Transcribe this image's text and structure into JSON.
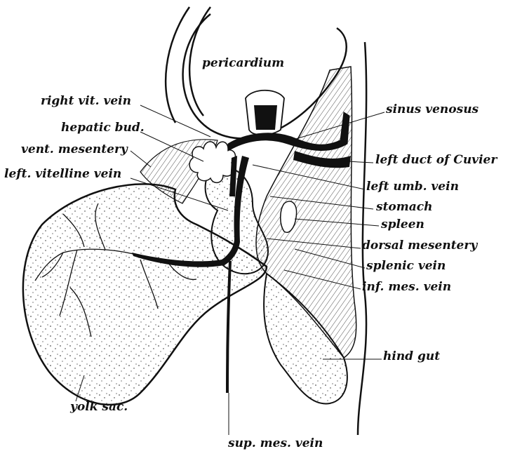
{
  "labels": {
    "pericardium": "pericardium",
    "right_vit_vein": "right vit. vein",
    "hepatic_bud": "hepatic bud.",
    "vent_mesentery": "vent. mesentery",
    "left_vitelline_vein": "left. vitelline vein",
    "sinus_venosus": "sinus venosus",
    "left_duct_of_cuvier": "left duct of Cuvier",
    "left_umb_vein": "left umb. vein",
    "stomach": "stomach",
    "spleen": "spleen",
    "dorsal_mesentery": "dorsal mesentery",
    "splenic_vein": "splenic vein",
    "inf_mes_vein": "inf. mes. vein",
    "hind_gut": "hind gut",
    "yolk_sac": "yolk sac.",
    "sup_mes_vein": "sup. mes. vein"
  },
  "colors": {
    "ink": "#111111",
    "background": "#ffffff"
  }
}
